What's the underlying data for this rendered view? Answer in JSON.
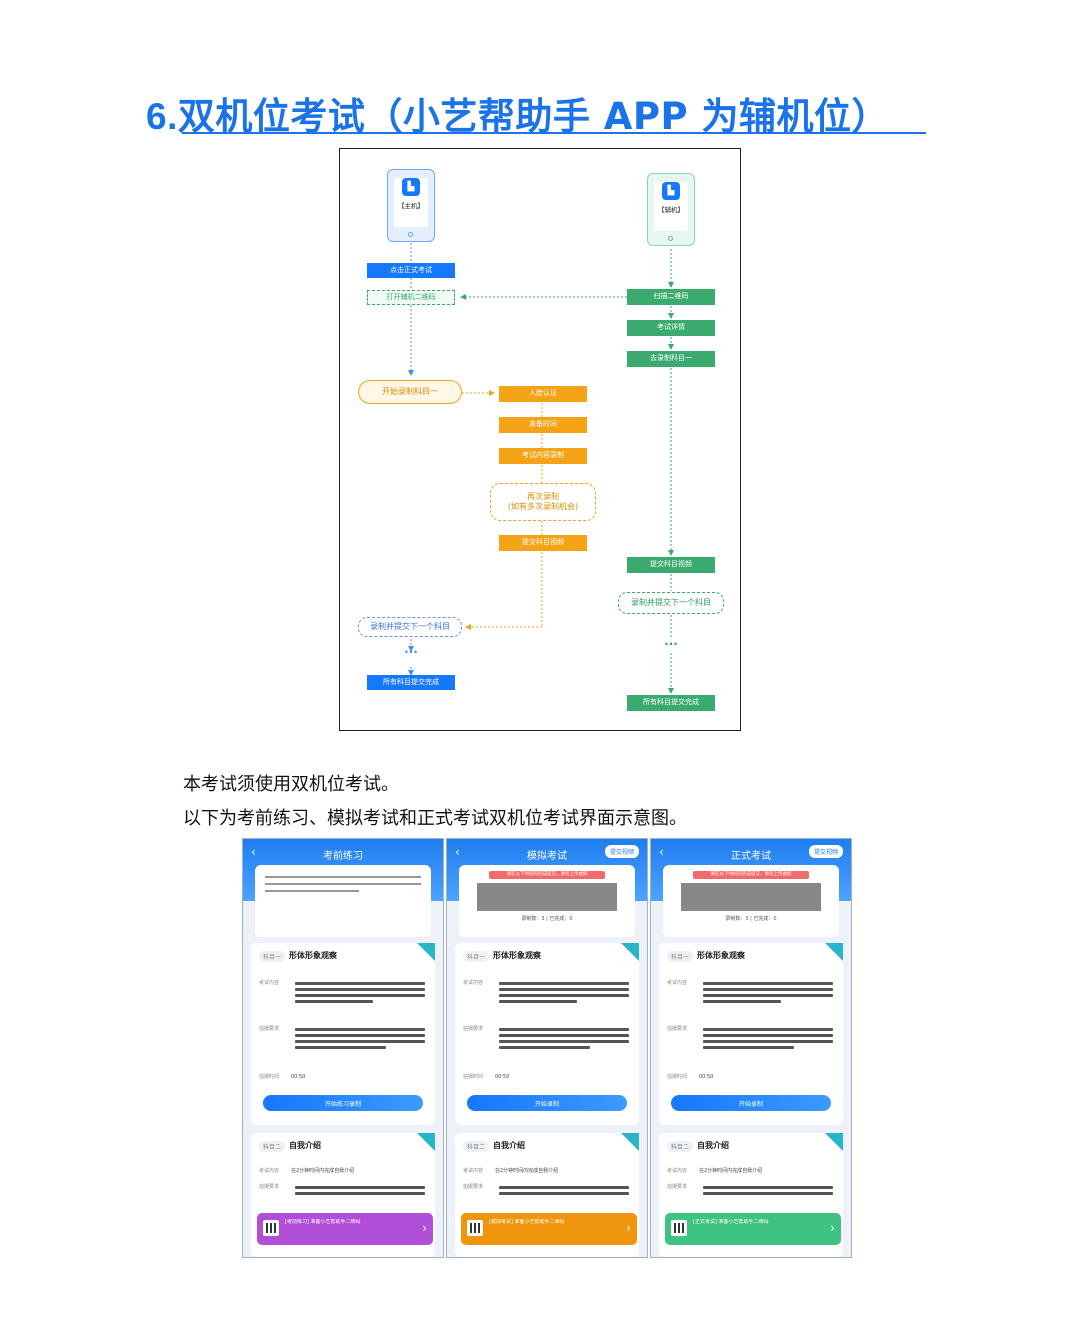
{
  "heading": {
    "number": "6.",
    "text": "双机位考试（小艺帮助手 APP 为辅机位）"
  },
  "flowchart": {
    "main_phone": {
      "icon": "app-logo-icon",
      "label": "【主机】"
    },
    "sub_phone": {
      "icon": "app-logo-icon",
      "label": "【辅机】"
    },
    "main_steps": {
      "start": "点击正式考试",
      "open_qr": "打开辅机二维码",
      "begin": "开始录制科目一",
      "next": "录制并提交下一个科目",
      "done": "所有科目提交完成"
    },
    "record_steps": {
      "face": "人脸认证",
      "prep": "准备时间",
      "record": "考试内容录制",
      "retry_1": "再次录制",
      "retry_2": "(如有多次录制机会)",
      "submit": "提交科目视频"
    },
    "sub_steps": {
      "scan": "扫描二维码",
      "detail": "考试详情",
      "goto": "去录制科目一",
      "submit": "提交科目视频",
      "next": "录制并提交下一个科目",
      "done": "所有科目提交完成"
    },
    "ellipsis": "···"
  },
  "paragraphs": [
    "本考试须使用双机位考试。",
    "以下为考前练习、模拟考试和正式考试双机位考试界面示意图。"
  ],
  "screens": [
    {
      "title": "考前练习",
      "upload": "",
      "subject1_tag": "科目一",
      "subject1_name": "形体形象观察",
      "k_content": "考试内容",
      "k_require": "拍摄要求",
      "k_time": "拍摄时间",
      "time_val": "00:50",
      "button": "开始练习录制",
      "subject2_tag": "科目二",
      "subject2_name": "自我介绍",
      "s2_content": "在2分钟时间内完成自我介绍",
      "banner": "[考前练习] 准备小艺帮助手二维码",
      "banner_color": "#b24fd9"
    },
    {
      "title": "模拟考试",
      "upload": "提交视频",
      "redbar": "请在以下时间内完成提交，请勿上传虚假",
      "counts": "录制数：3 | 已完成：0",
      "subject1_tag": "科目一",
      "subject1_name": "形体形象观察",
      "k_content": "考试内容",
      "k_require": "拍摄要求",
      "k_time": "拍摄时间",
      "time_val": "00:50",
      "button": "开始录制",
      "subject2_tag": "科目二",
      "subject2_name": "自我介绍",
      "s2_content": "在2分钟时间内完成自我介绍",
      "banner": "[模拟考试] 准备小艺帮助手二维码",
      "banner_color": "#f0960e"
    },
    {
      "title": "正式考试",
      "upload": "提交视频",
      "redbar": "请在以下时间内完成提交，请勿上传虚假",
      "counts": "录制数：3 | 已完成：0",
      "subject1_tag": "科目一",
      "subject1_name": "形体形象观察",
      "k_content": "考试内容",
      "k_require": "拍摄要求",
      "k_time": "拍摄时间",
      "time_val": "00:50",
      "button": "开始录制",
      "subject2_tag": "科目二",
      "subject2_name": "自我介绍",
      "s2_content": "在2分钟时间内完成自我介绍",
      "banner": "[正式考试] 准备小艺帮助手二维码",
      "banner_color": "#3fc383"
    }
  ],
  "colors": {
    "accent": "#1a73e8",
    "blue": "#1677ff",
    "green": "#3aaa6e",
    "orange": "#f5a316"
  }
}
